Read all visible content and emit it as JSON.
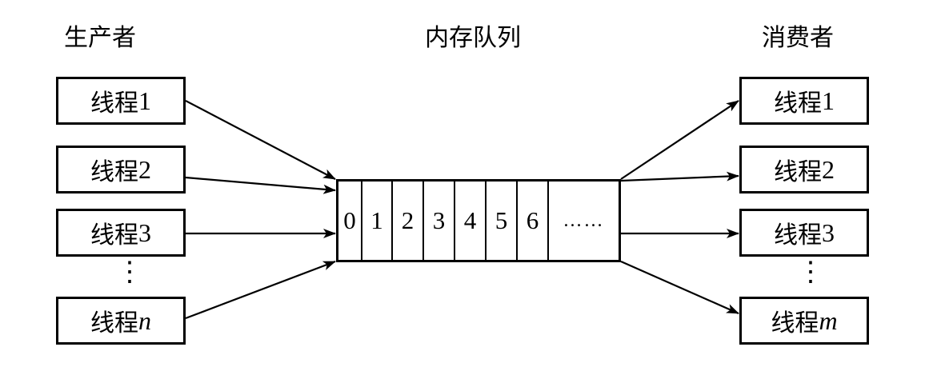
{
  "headings": {
    "producers": "生产者",
    "queue": "内存队列",
    "consumers": "消费者"
  },
  "producers": [
    {
      "prefix": "线程",
      "suffix": "1",
      "italic": false
    },
    {
      "prefix": "线程",
      "suffix": "2",
      "italic": false
    },
    {
      "prefix": "线程",
      "suffix": "3",
      "italic": false
    },
    {
      "prefix": "线程",
      "suffix": "n",
      "italic": true
    }
  ],
  "consumers": [
    {
      "prefix": "线程",
      "suffix": "1",
      "italic": false
    },
    {
      "prefix": "线程",
      "suffix": "2",
      "italic": false
    },
    {
      "prefix": "线程",
      "suffix": "3",
      "italic": false
    },
    {
      "prefix": "线程",
      "suffix": "m",
      "italic": true
    }
  ],
  "ellipsis_vertical": "⋮",
  "queue_cells": [
    "0",
    "1",
    "2",
    "3",
    "4",
    "5",
    "6",
    "……"
  ]
}
